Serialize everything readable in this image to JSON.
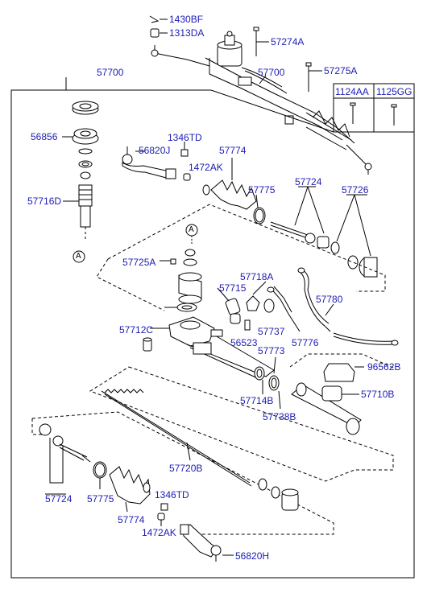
{
  "diagram": {
    "colors": {
      "label": "#1c1cb4",
      "line": "#000000",
      "part_fill": "#ffffff"
    },
    "labels": {
      "p1430BF": "1430BF",
      "p1313DA": "1313DA",
      "p57274A": "57274A",
      "p57275A": "57275A",
      "p57700_top": "57700",
      "p57700_box": "57700",
      "p1124AA": "1124AA",
      "p1125GG": "1125GG",
      "p56856": "56856",
      "p1346TD_top": "1346TD",
      "p56820J": "56820J",
      "p57774_top": "57774",
      "p1472AK_top": "1472AK",
      "p57775_top": "57775",
      "p57724_top": "57724",
      "p57726": "57726",
      "p57716D": "57716D",
      "p57725A": "57725A",
      "p57715": "57715",
      "p57718A": "57718A",
      "p57780": "57780",
      "p57712C": "57712C",
      "p57737": "57737",
      "p56523": "56523",
      "p57776": "57776",
      "p57773": "57773",
      "p96562B": "96562B",
      "p57710B": "57710B",
      "p57714B": "57714B",
      "p57738B": "57738B",
      "p57720B": "57720B",
      "p57724_bot": "57724",
      "p57775_bot": "57775",
      "p57774_bot": "57774",
      "p1346TD_bot": "1346TD",
      "p1472AK_bot": "1472AK",
      "p56820H": "56820H",
      "callout_A": "A"
    }
  }
}
